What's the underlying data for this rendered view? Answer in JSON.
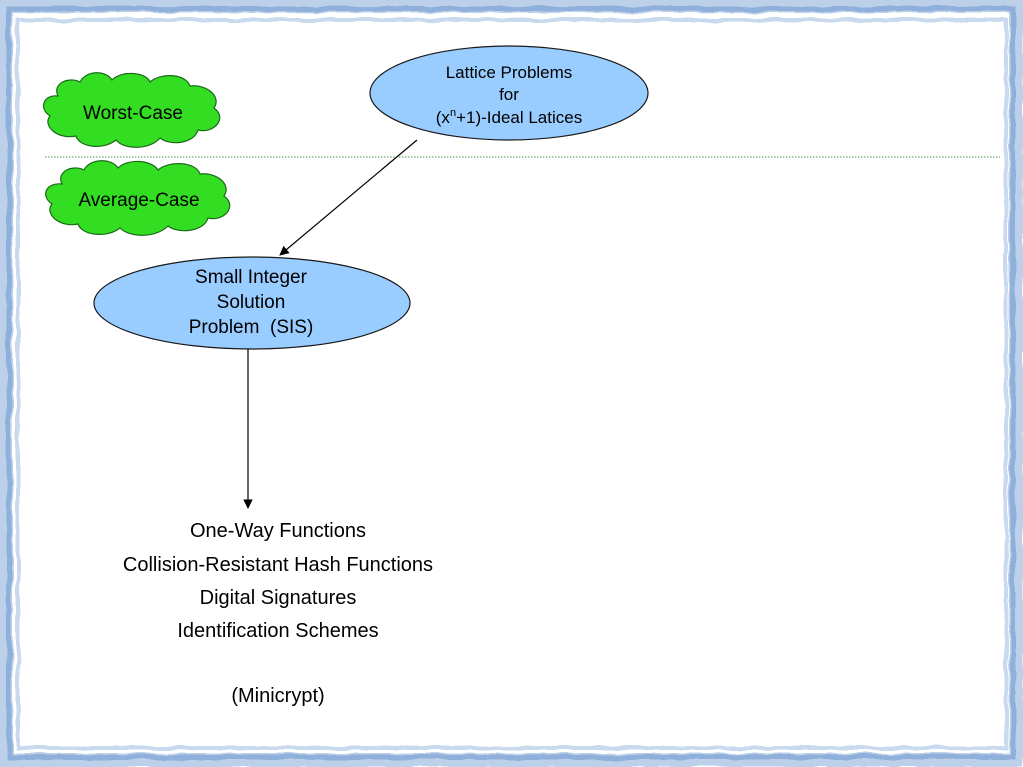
{
  "colors": {
    "frame": "#a9c3e3",
    "frame_dark": "#7f9fcf",
    "ellipse_fill": "#99ccff",
    "cloud_fill": "#33dd22",
    "divider": "#4a9a4a",
    "line": "#000000"
  },
  "worst_case": {
    "label": "Worst-Case"
  },
  "average_case": {
    "label": "Average-Case"
  },
  "lattice_node": {
    "line1": "Lattice Problems",
    "line2": "for",
    "line3_prefix": "(x",
    "line3_sup": "n",
    "line3_suffix": "+1)-Ideal Latices"
  },
  "sis_node": {
    "line1": "Small Integer",
    "line2": "Solution",
    "line3": "Problem  (SIS)"
  },
  "applications": {
    "items": [
      "One-Way Functions",
      "Collision-Resistant Hash Functions",
      "Digital Signatures",
      "Identification Schemes"
    ],
    "footer": "(Minicrypt)"
  }
}
